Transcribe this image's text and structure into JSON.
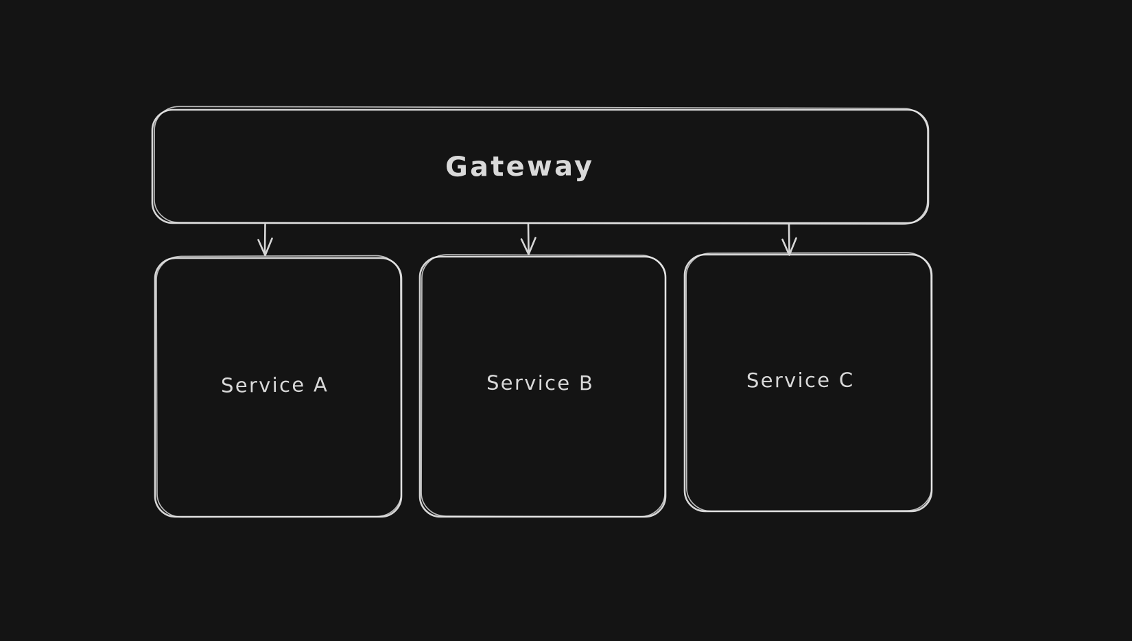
{
  "theme": {
    "background_color": "#141414",
    "stroke_color": "#d6d6d6",
    "stroke_color_light": "#ebebeb",
    "text_color": "#d9d9d9"
  },
  "diagram": {
    "type": "flowchart",
    "style": "hand-drawn",
    "nodes": [
      {
        "id": "gateway",
        "label": "Gateway",
        "shape": "rounded-rectangle",
        "role": "root"
      },
      {
        "id": "service-a",
        "label": "Service A",
        "shape": "rounded-rectangle",
        "role": "child"
      },
      {
        "id": "service-b",
        "label": "Service B",
        "shape": "rounded-rectangle",
        "role": "child"
      },
      {
        "id": "service-c",
        "label": "Service C",
        "shape": "rounded-rectangle",
        "role": "child"
      }
    ],
    "edges": [
      {
        "from": "Gateway",
        "to": "Service A",
        "type": "arrow",
        "direction": "down"
      },
      {
        "from": "Gateway",
        "to": "Service B",
        "type": "arrow",
        "direction": "down"
      },
      {
        "from": "Gateway",
        "to": "Service C",
        "type": "arrow",
        "direction": "down"
      }
    ]
  }
}
